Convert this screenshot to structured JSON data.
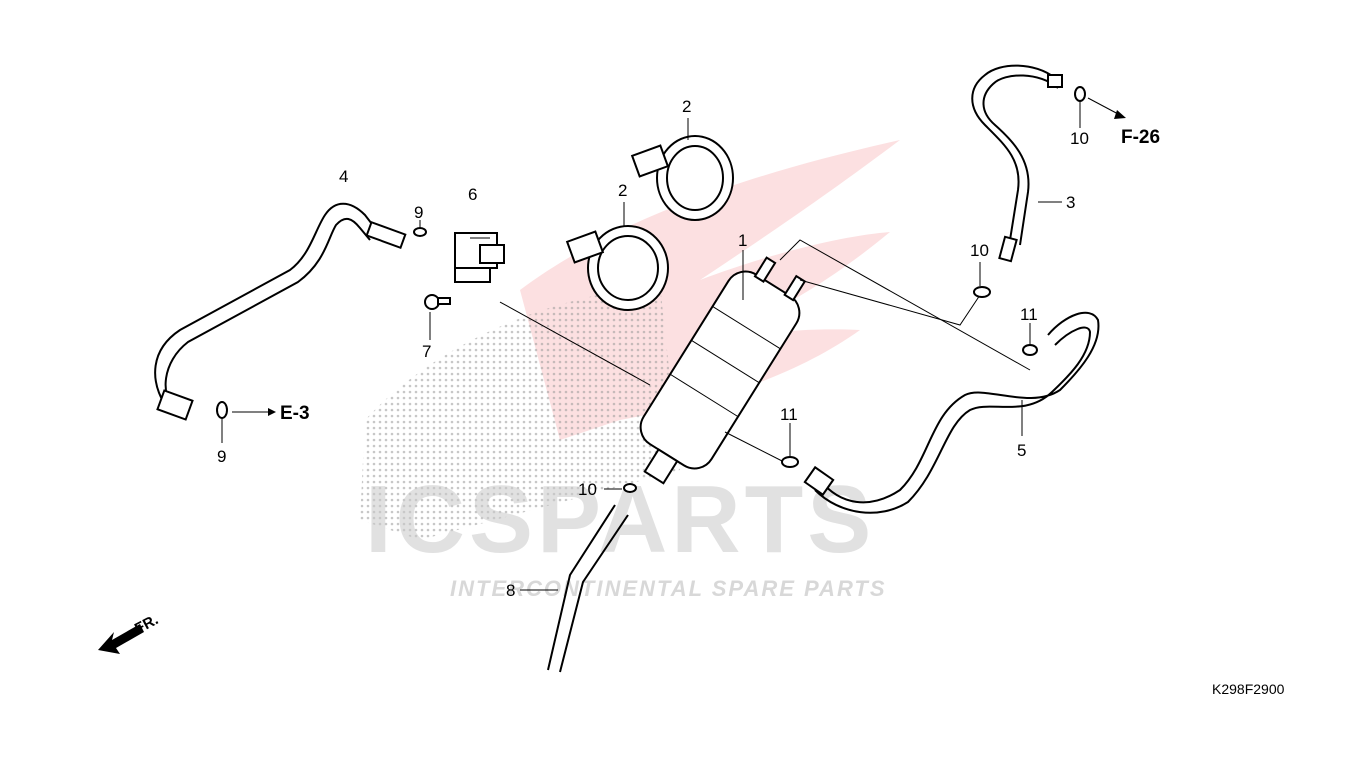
{
  "diagram": {
    "code": "K298F2900",
    "front_label": "FR.",
    "refs": {
      "e3": "E-3",
      "f26": "F-26"
    },
    "callouts": {
      "c1": "1",
      "c2a": "2",
      "c2b": "2",
      "c3": "3",
      "c4": "4",
      "c5": "5",
      "c6": "6",
      "c7": "7",
      "c8": "8",
      "c9a": "9",
      "c9b": "9",
      "c10a": "10",
      "c10b": "10",
      "c10c": "10",
      "c11a": "11",
      "c11b": "11"
    }
  },
  "watermark": {
    "brand": "ICSPARTS",
    "tagline": "INTERCONTINENTAL SPARE PARTS",
    "color": "#e8262b"
  }
}
